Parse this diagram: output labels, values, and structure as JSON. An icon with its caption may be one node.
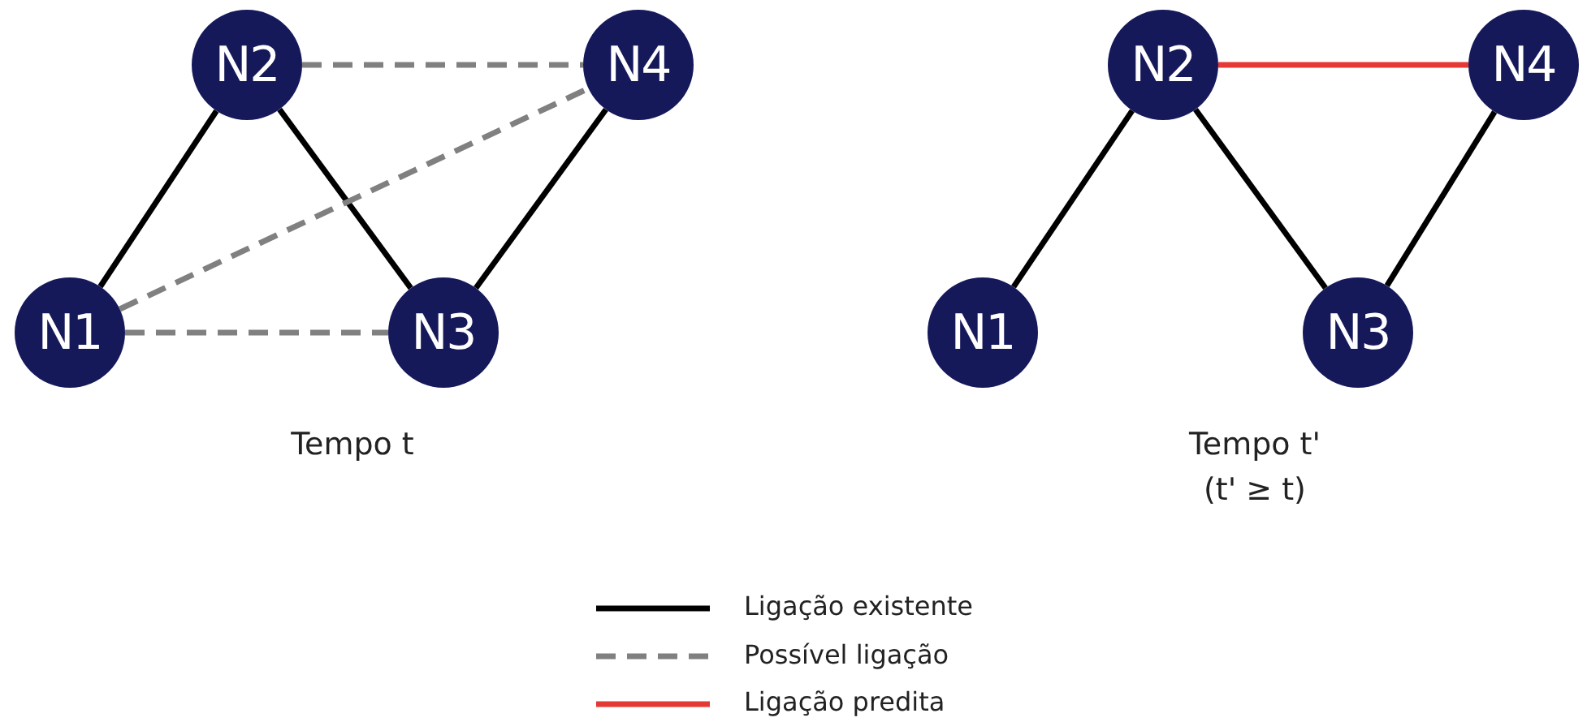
{
  "diagram": {
    "nodes": [
      {
        "text": [
          "N2"
        ]
      },
      {
        "text": [
          "N4"
        ]
      },
      {
        "text": [
          "N1"
        ]
      },
      {
        "text": [
          "N3"
        ]
      },
      {
        "text": [
          "N2"
        ]
      },
      {
        "text": [
          "N4"
        ]
      },
      {
        "text": [
          "N1"
        ]
      },
      {
        "text": [
          "N3"
        ]
      }
    ],
    "edges": [
      {
        "from": 2,
        "to": 0,
        "arrow": "none"
      },
      {
        "from": 0,
        "to": 3,
        "arrow": "none"
      },
      {
        "from": 3,
        "to": 1,
        "arrow": "none"
      },
      {
        "from": 0,
        "to": 1,
        "arrow": "none",
        "style": "dashed",
        "color": "#808080"
      },
      {
        "from": 2,
        "to": 1,
        "arrow": "none",
        "style": "dashed",
        "color": "#808080"
      },
      {
        "from": 2,
        "to": 3,
        "arrow": "none",
        "style": "dashed",
        "color": "#808080"
      },
      {
        "from": 6,
        "to": 4,
        "arrow": "none"
      },
      {
        "from": 4,
        "to": 7,
        "arrow": "none"
      },
      {
        "from": 7,
        "to": 5,
        "arrow": "none"
      },
      {
        "from": 4,
        "to": 5,
        "arrow": "none",
        "color": "#e53935"
      }
    ],
    "labels": [
      "Tempo t",
      "Tempo t' (t' ≥ t)"
    ],
    "legend": [
      {
        "text": "Ligação existente"
      },
      {
        "text": "Possível ligação"
      },
      {
        "text": "Ligação predita"
      }
    ]
  }
}
